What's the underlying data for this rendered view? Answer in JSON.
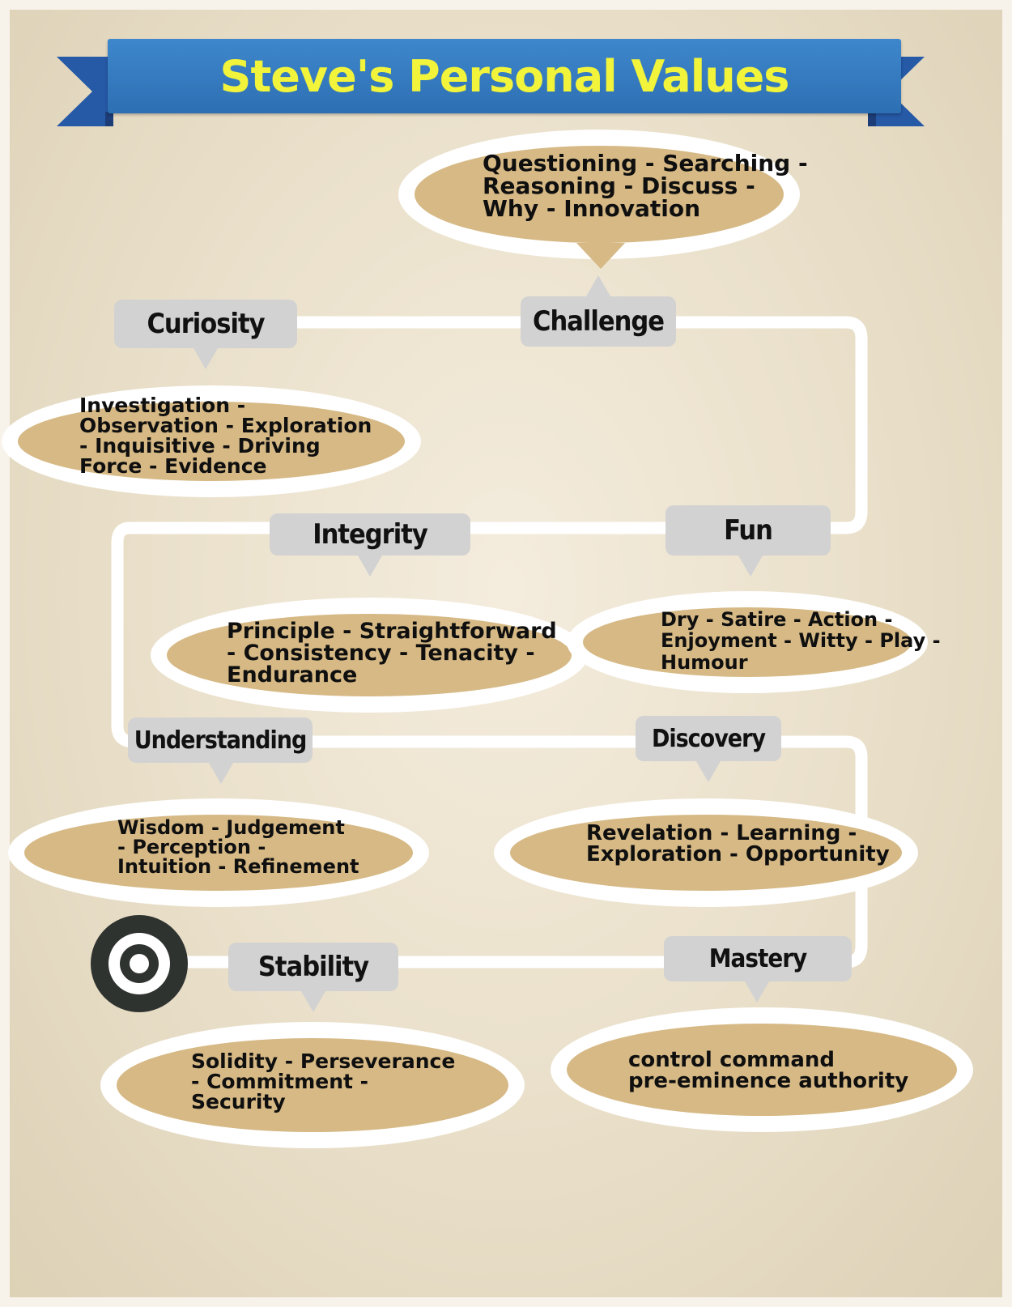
{
  "title": "Steve's Personal Values",
  "colors": {
    "banner": "#3478c0",
    "title_text": "#f1f43a",
    "tag": "#d2d2d2",
    "oval_fill": "#d6b985",
    "oval_border": "#ffffff",
    "path": "#ffffff",
    "target_dark": "#2f3330"
  },
  "values": {
    "challenge": {
      "label": "Challenge",
      "description": [
        "Questioning - Searching -",
        "Reasoning - Discuss -",
        "Why - Innovation"
      ]
    },
    "curiosity": {
      "label": "Curiosity",
      "description": [
        "Investigation -",
        "Observation - Exploration",
        "- Inquisitive - Driving",
        "Force - Evidence"
      ]
    },
    "integrity": {
      "label": "Integrity",
      "description": [
        "Principle - Straightforward",
        "- Consistency - Tenacity -",
        "Endurance"
      ]
    },
    "fun": {
      "label": "Fun",
      "description": [
        "Dry - Satire - Action -",
        "Enjoyment - Witty - Play -",
        "Humour"
      ]
    },
    "understanding": {
      "label": "Understanding",
      "description": [
        "Wisdom - Judgement",
        "- Perception -",
        "Intuition - Refinement"
      ]
    },
    "discovery": {
      "label": "Discovery",
      "description": [
        "Revelation - Learning -",
        "Exploration - Opportunity"
      ]
    },
    "stability": {
      "label": "Stability",
      "description": [
        "Solidity - Perseverance",
        "- Commitment -",
        "Security"
      ]
    },
    "mastery": {
      "label": "Mastery",
      "description": [
        "control command",
        "pre-eminence authority"
      ]
    }
  },
  "icons": {
    "end": "target-icon",
    "banner": "ribbon-banner"
  }
}
